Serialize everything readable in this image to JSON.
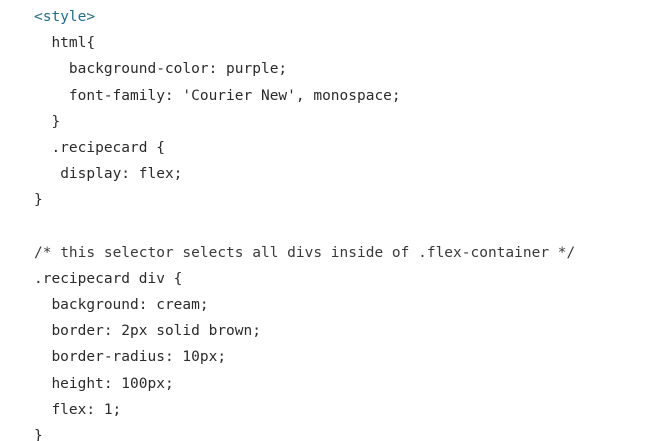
{
  "editor": {
    "lines": [
      {
        "indent": 0,
        "text": "<style>",
        "kind": "tag"
      },
      {
        "indent": 2,
        "text": "html{",
        "kind": "code"
      },
      {
        "indent": 4,
        "text": "background-color: purple;",
        "kind": "code"
      },
      {
        "indent": 4,
        "text": "font-family: 'Courier New', monospace;",
        "kind": "code"
      },
      {
        "indent": 2,
        "text": "}",
        "kind": "code"
      },
      {
        "indent": 2,
        "text": ".recipecard {",
        "kind": "code"
      },
      {
        "indent": 3,
        "text": "display: flex;",
        "kind": "code"
      },
      {
        "indent": 0,
        "text": "}",
        "kind": "code"
      },
      {
        "indent": 0,
        "text": "",
        "kind": "blank"
      },
      {
        "indent": 0,
        "text": "/* this selector selects all divs inside of .flex-container */",
        "kind": "comment"
      },
      {
        "indent": 0,
        "text": ".recipecard div {",
        "kind": "code"
      },
      {
        "indent": 2,
        "text": "background: cream;",
        "kind": "code"
      },
      {
        "indent": 2,
        "text": "border: 2px solid brown;",
        "kind": "code"
      },
      {
        "indent": 2,
        "text": "border-radius: 10px;",
        "kind": "code"
      },
      {
        "indent": 2,
        "text": "height: 100px;",
        "kind": "code"
      },
      {
        "indent": 2,
        "text": "flex: 1;",
        "kind": "code"
      },
      {
        "indent": 0,
        "text": "}",
        "kind": "code"
      }
    ]
  }
}
